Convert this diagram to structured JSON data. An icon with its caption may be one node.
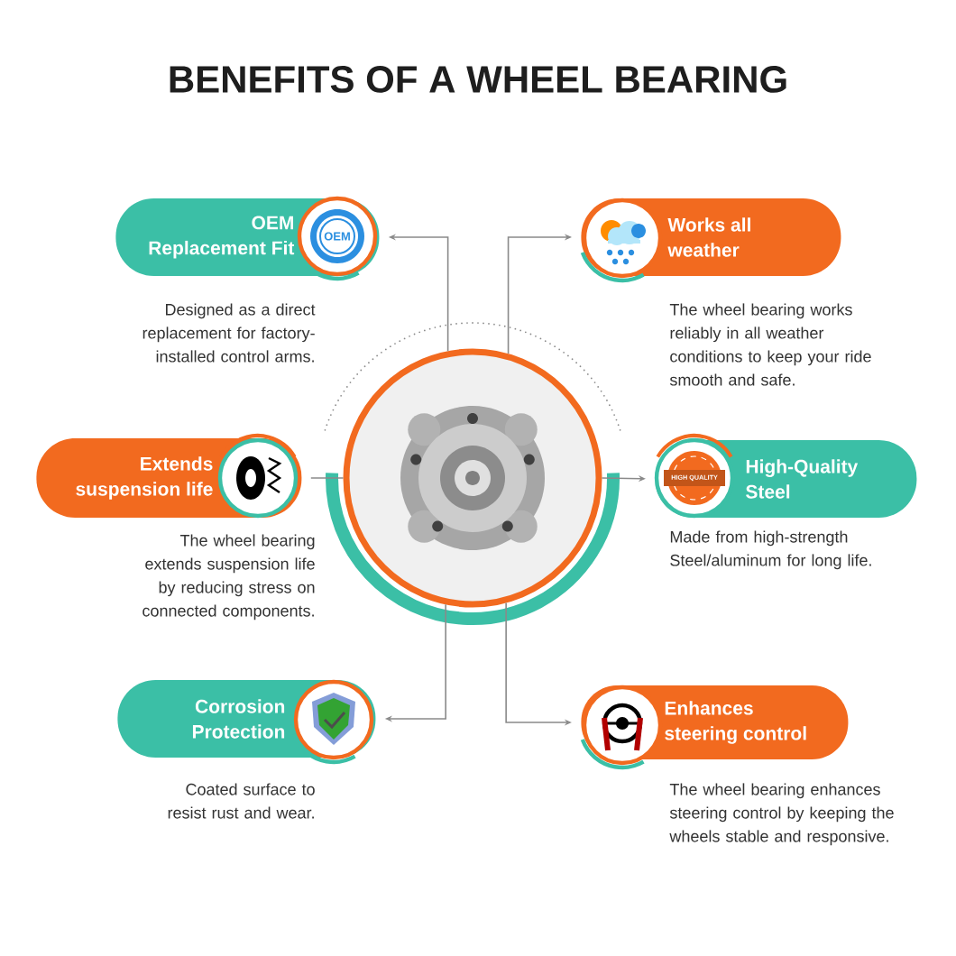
{
  "diagram": {
    "title": "BENEFITS OF A WHEEL BEARING",
    "nodes": [
      {
        "text": [],
        "shape": "picture"
      },
      {
        "text": [
          "OEM Replacement Fit"
        ],
        "beside": [
          "Designed as a direct replacement for factory-installed control arms."
        ]
      },
      {
        "text": [
          "Works all weather"
        ],
        "beside": [
          "The wheel bearing works reliably in all weather conditions to keep your ride smooth and safe."
        ]
      },
      {
        "text": [
          "Extends suspension life"
        ],
        "beside": [
          "The wheel bearing extends suspension life by reducing stress on connected components."
        ]
      },
      {
        "text": [
          "High-Quality Steel"
        ],
        "beside": [
          "Made from high-strength Steel/aluminum for long life."
        ]
      },
      {
        "text": [
          "Corrosion Protection"
        ],
        "beside": [
          "Coated surface to resist rust and wear."
        ]
      },
      {
        "text": [
          "Enhances steering control"
        ],
        "beside": [
          "The wheel bearing enhances steering control by keeping the wheels stable and responsive."
        ]
      }
    ],
    "edges": [
      {
        "from": 0,
        "to": 1,
        "arrow": "to"
      },
      {
        "from": 0,
        "to": 2,
        "arrow": "to"
      },
      {
        "from": 0,
        "to": 3,
        "arrow": "none"
      },
      {
        "from": 0,
        "to": 4,
        "arrow": "to"
      },
      {
        "from": 0,
        "to": 5,
        "arrow": "to"
      },
      {
        "from": 0,
        "to": 6,
        "arrow": "to"
      }
    ],
    "labels": [
      "OEM",
      "HIGH QUALITY"
    ]
  }
}
